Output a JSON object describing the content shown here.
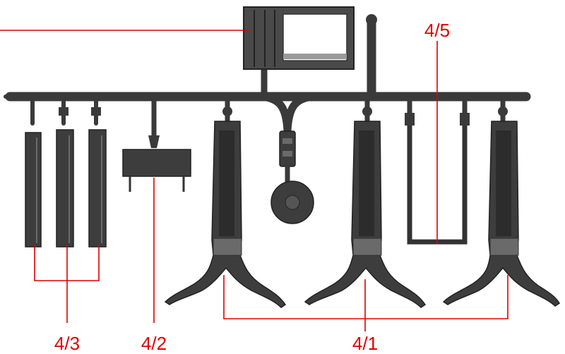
{
  "diagram": {
    "colors": {
      "part": "#3d3d3d",
      "leader": "#e00000",
      "background": "#ffffff"
    },
    "labels": {
      "part_4_1": "4/1",
      "part_4_2": "4/2",
      "part_4_3": "4/3",
      "part_4_5": "4/5"
    }
  }
}
